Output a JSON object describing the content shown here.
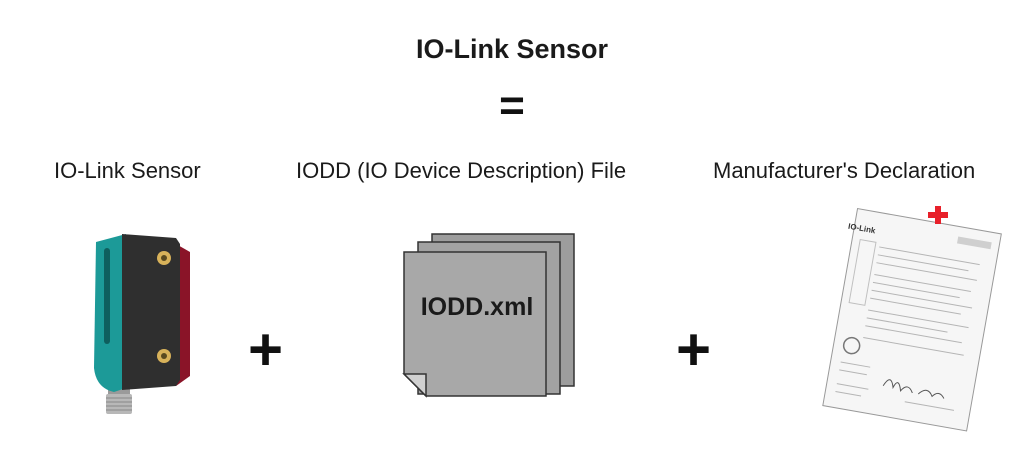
{
  "diagram": {
    "title": "IO-Link Sensor",
    "equals_sign": "=",
    "plus_sign": "+",
    "components": [
      {
        "label": "IO-Link Sensor"
      },
      {
        "label": "IODD (IO Device Description) File",
        "file_text": "IODD.xml"
      },
      {
        "label": "Manufacturer's Declaration",
        "doc_logo": "IO-Link"
      }
    ],
    "colors": {
      "sensor_teal": "#1c9a98",
      "sensor_body": "#2f2f2f",
      "file_gray": "#a8a8a8",
      "red_pin": "#e8202a"
    }
  }
}
